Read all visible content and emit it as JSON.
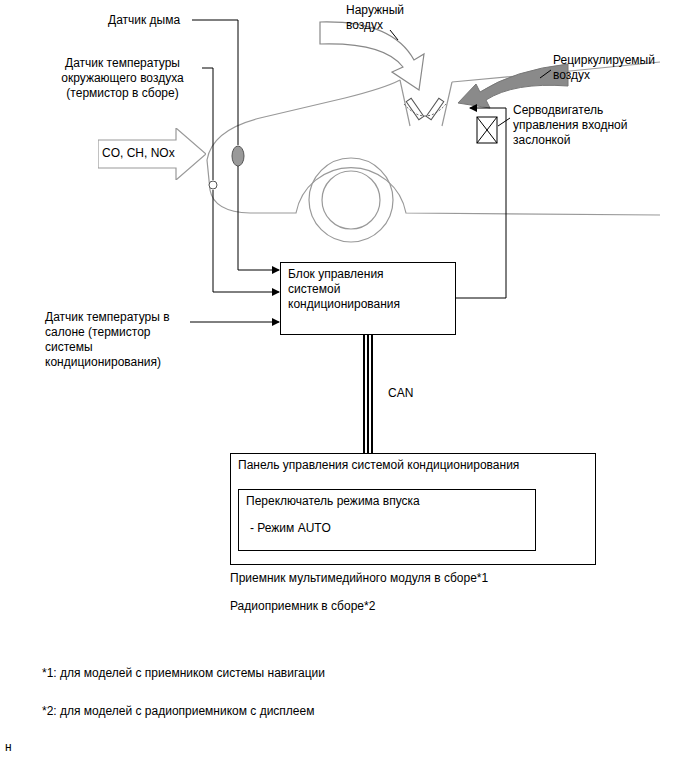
{
  "diagram": {
    "nodes": [
      {
        "text": [
          "CO, CH, NOx"
        ]
      },
      {
        "text": [
          "Блок управления системой кондиционирования"
        ]
      },
      {
        "text": [
          "Панель управления системой кондиционирования"
        ]
      },
      {
        "text": [
          "Переключатель режима впуска",
          "- Режим AUTO"
        ],
        "in": 2
      }
    ],
    "edges": [
      {
        "from": 1,
        "to": 2,
        "arrow": "none",
        "label": "CAN"
      }
    ],
    "labels": [
      "Датчик дыма",
      "Наружный воздух",
      "Датчик температуры окружающего воздуха (термистор в сборе)",
      "Рециркулируемый воздух",
      "Серводвигатель управления входной заслонкой",
      "Датчик температуры в салоне (термистор системы кондиционирования)",
      "Приемник мультимедийного модуля в сборе*1",
      "Радиоприемник в сборе*2",
      "*1: для моделей с приемником системы навигации",
      "*2: для моделей с радиоприемником с дисплеем",
      "н"
    ]
  }
}
